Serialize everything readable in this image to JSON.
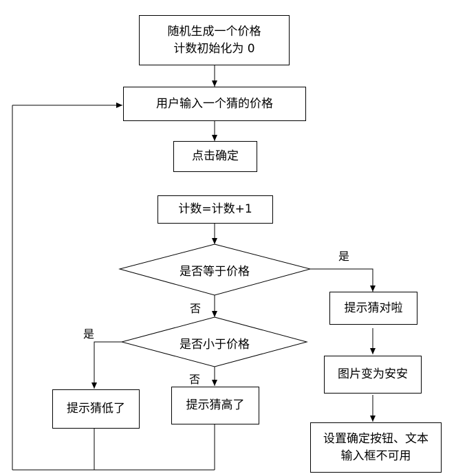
{
  "nodes": {
    "init_line1": "随机生成一个价格",
    "init_line2": "计数初始化为 0",
    "input": "用户输入一个猜的价格",
    "click_ok": "点击确定",
    "count_inc": "计数=计数+1",
    "equal_check": "是否等于价格",
    "correct": "提示猜对啦",
    "less_check": "是否小于价格",
    "low": "提示猜低了",
    "high": "提示猜高了",
    "image_change": "图片变为安安",
    "disable_line1": "设置确定按钮、文本",
    "disable_line2": "输入框不可用"
  },
  "edges": {
    "equal_yes": "是",
    "equal_no": "否",
    "less_yes": "是",
    "less_no": "否"
  }
}
